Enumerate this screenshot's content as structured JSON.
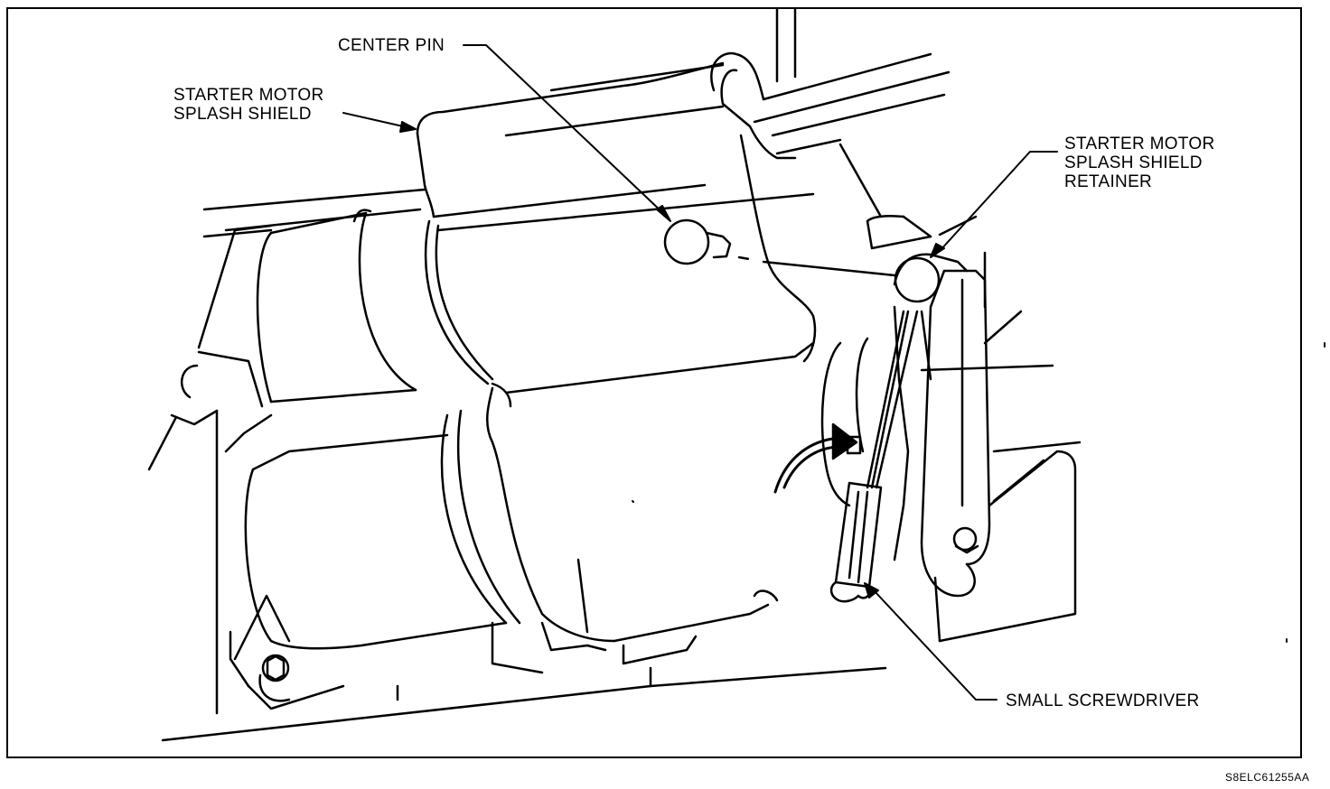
{
  "callouts": {
    "center_pin": "CENTER PIN",
    "splash_shield": "STARTER MOTOR\nSPLASH SHIELD",
    "retainer": "STARTER MOTOR\nSPLASH SHIELD\nRETAINER",
    "screwdriver": "SMALL SCREWDRIVER"
  },
  "figure_code": "S8ELC61255AA",
  "colors": {
    "line": "#000000",
    "background": "#ffffff"
  }
}
